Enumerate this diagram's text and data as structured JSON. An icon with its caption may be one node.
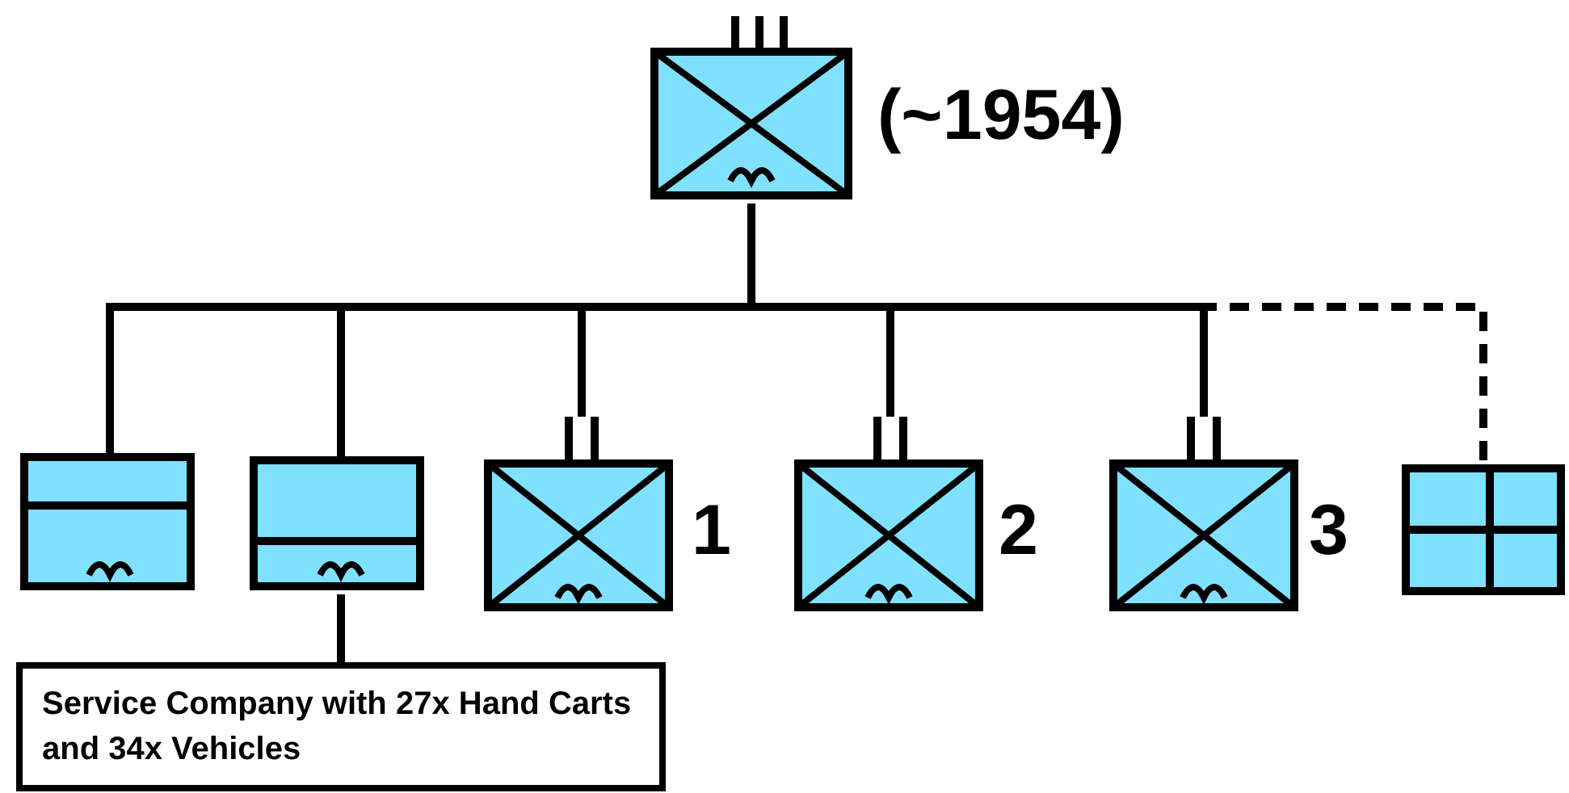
{
  "diagram": {
    "nodes": [
      {
        "text": [],
        "shape": "box",
        "beside": [
          "(~1954)"
        ]
      },
      {
        "text": [],
        "shape": "box"
      },
      {
        "text": [],
        "shape": "box"
      },
      {
        "text": [],
        "shape": "box",
        "beside": [
          "1"
        ]
      },
      {
        "text": [],
        "shape": "box",
        "beside": [
          "2"
        ]
      },
      {
        "text": [],
        "shape": "box",
        "beside": [
          "3"
        ]
      },
      {
        "text": [],
        "shape": "box"
      },
      {
        "text": [
          "Service Company with 27x Hand Carts and 34x Vehicles"
        ]
      }
    ],
    "edges": [
      {
        "from": 0,
        "to": 1,
        "arrow": "none"
      },
      {
        "from": 0,
        "to": 2,
        "arrow": "none"
      },
      {
        "from": 0,
        "to": 3,
        "arrow": "none"
      },
      {
        "from": 0,
        "to": 4,
        "arrow": "none"
      },
      {
        "from": 0,
        "to": 5,
        "arrow": "none"
      },
      {
        "from": 0,
        "to": 6,
        "arrow": "none",
        "style": "dashed"
      },
      {
        "from": 2,
        "to": 7,
        "arrow": "none"
      }
    ]
  }
}
